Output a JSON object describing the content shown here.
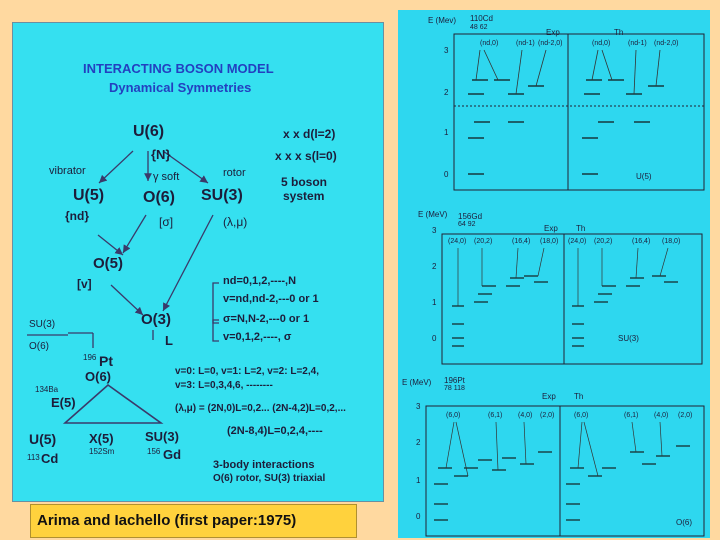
{
  "caption": "Arima and Iachello (first paper:1975)",
  "left": {
    "title1": "INTERACTING BOSON MODEL",
    "title2": "Dynamical Symmetries",
    "u6": "U(6)",
    "n": "{N}",
    "vibrator": "vibrator",
    "gamma_soft": "γ   soft",
    "rotor": "rotor",
    "u5": "U(5)",
    "o6": "O(6)",
    "su3": "SU(3)",
    "nd": "{nd}",
    "sigma": "[σ]",
    "lm": "(λ,μ)",
    "o5": "O(5)",
    "v": "[v]",
    "o3": "O(3)",
    "L": "L",
    "su3_small": "SU(3)",
    "o6_small": "O(6)",
    "pt": "Pt",
    "pt_mass": "196",
    "o6_2": "O(6)",
    "ba_mass": "134Ba",
    "e5": "E(5)",
    "u5_b": "U(5)",
    "x5": "X(5)",
    "su3_b": "SU(3)",
    "cd": "Cd",
    "cd_mass": "113",
    "sm": "152Sm",
    "gd": "Gd",
    "gd_mass": "156",
    "d_boson": "x x    d(l=2)",
    "s_boson": "x x x  s(l=0)",
    "boson_sys1": "5 boson",
    "boson_sys2": "system",
    "rule1": "nd=0,1,2,----,N",
    "rule2": "v=nd,nd-2,---0 or 1",
    "rule3": "σ=N,N-2,---0 or 1",
    "rule4": "v=0,1,2,----, σ",
    "v_lines1": "v=0: L=0, v=1: L=2, v=2: L=2,4,",
    "v_lines2": "v=3: L=0,3,4,6, --------",
    "lm_eq": "(λ,μ) = (2N,0)L=0,2... (2N-4,2)L=0,2,...",
    "lm_eq2": "(2N-8,4)L=0,2,4,----",
    "three_body": "3-body interactions",
    "three_body2": "O(6) rotor, SU(3) triaxial"
  },
  "right": {
    "p1": {
      "axis": "E (Mev)",
      "nucleus": "110Cd",
      "zn": "48  62",
      "exp": "Exp",
      "th": "Th",
      "b1": "(nd,0)",
      "b2": "(nd-1)",
      "b3": "(nd-2,0)",
      "b4": "(nd,0)",
      "b5": "(nd-1)",
      "b6": "(nd-2,0)",
      "ticks": [
        "3",
        "2",
        "1",
        "0"
      ],
      "sym": "U(5)"
    },
    "p2": {
      "axis": "E (MeV)",
      "nucleus": "156Gd",
      "zn": "64  92",
      "exp": "Exp",
      "th": "Th",
      "b1": "(24,0)",
      "b2": "(20,2)",
      "b3": "(16,4)",
      "b4": "(18,0)",
      "b5": "(24,0)",
      "b6": "(20,2)",
      "b7": "(16,4)",
      "b8": "(18,0)",
      "ticks": [
        "3",
        "2",
        "1",
        "0"
      ],
      "sym": "SU(3)"
    },
    "p3": {
      "axis": "E (MeV)",
      "nucleus": "196Pt",
      "zn": "78  118",
      "exp": "Exp",
      "th": "Th",
      "b1": "(6,0)",
      "b2": "(6,1)",
      "b3": "(4,0)",
      "b4": "(2,0)",
      "b5": "(6,0)",
      "b6": "(6,1)",
      "b7": "(4,0)",
      "b8": "(2,0)",
      "ticks": [
        "3",
        "2",
        "1",
        "0"
      ],
      "sym": "O(6)"
    }
  }
}
